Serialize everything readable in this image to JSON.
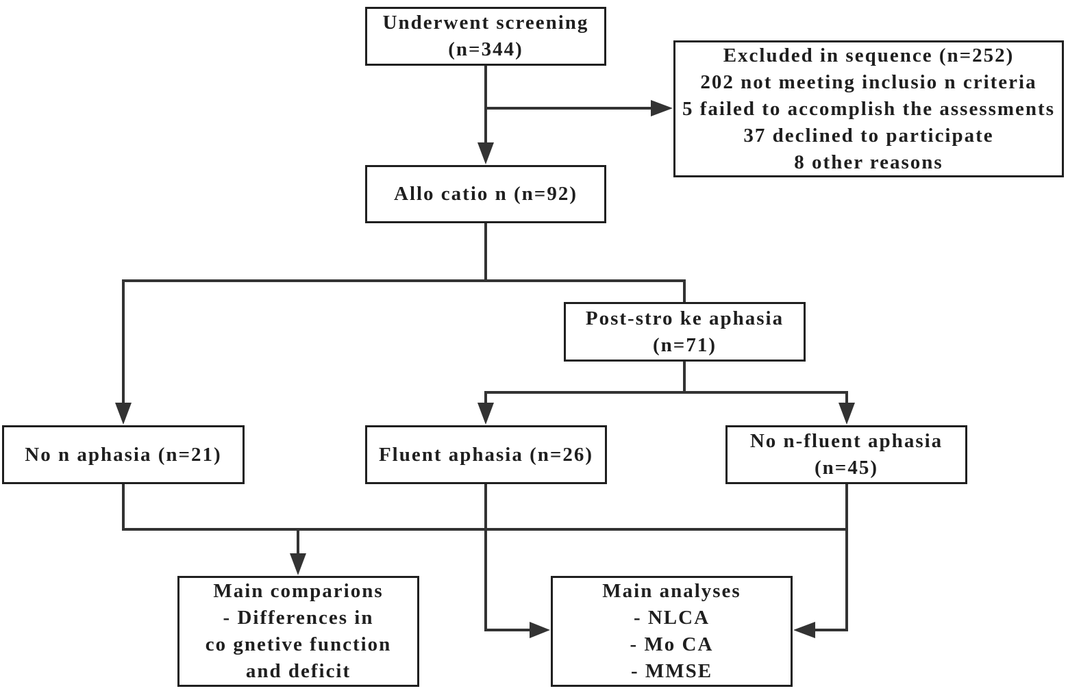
{
  "colors": {
    "line": "#333333",
    "border": "#1f1f1f",
    "text": "#1f1f1f",
    "background": "#ffffff"
  },
  "nodes": {
    "screening": {
      "lines": [
        "Underwent screening",
        "(n=344)"
      ]
    },
    "excluded": {
      "lines": [
        "Excluded in sequence (n=252)",
        "202 not meeting inclusio n criteria",
        "5 failed to accomplish the assessments",
        "37 declined to participate",
        "8 other reasons"
      ]
    },
    "allocation": {
      "lines": [
        "Allo catio n (n=92)"
      ]
    },
    "post_stroke": {
      "lines": [
        "Post-stro ke aphasia",
        "(n=71)"
      ]
    },
    "non_aphasia": {
      "lines": [
        "No n aphasia (n=21)"
      ]
    },
    "fluent": {
      "lines": [
        "Fluent aphasia (n=26)"
      ]
    },
    "non_fluent": {
      "lines": [
        "No n-fluent aphasia",
        "(n=45)"
      ]
    },
    "comparisons": {
      "lines": [
        "Main comparions",
        "- Differences in",
        "co gnetive function",
        "and deficit"
      ]
    },
    "analyses": {
      "lines": [
        "Main analyses",
        "- NLCA",
        "- Mo CA",
        "- MMSE"
      ]
    }
  }
}
